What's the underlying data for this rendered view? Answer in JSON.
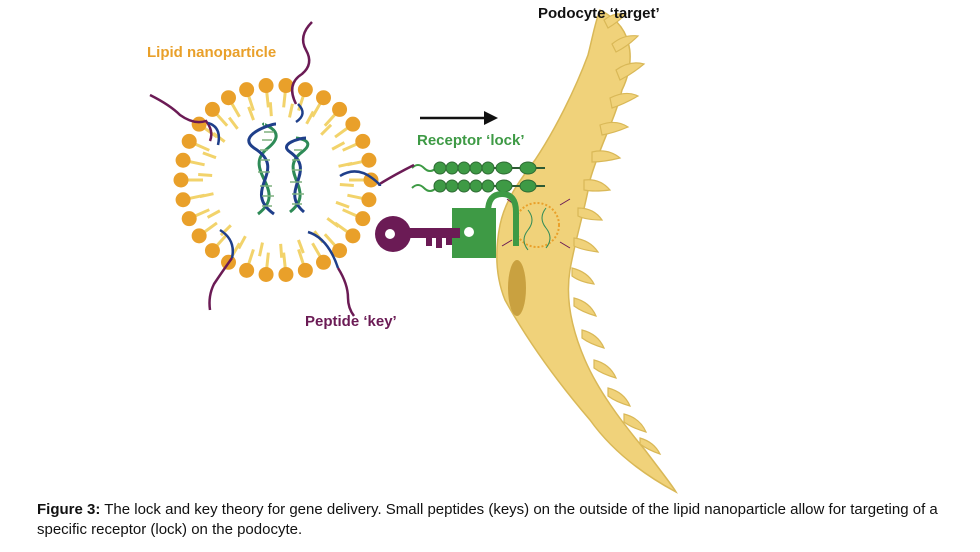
{
  "labels": {
    "lipid_nanoparticle": "Lipid nanoparticle",
    "podocyte_target": "Podocyte ‘target’",
    "receptor_lock": "Receptor ‘lock’",
    "peptide_key": "Peptide ‘key’"
  },
  "caption": {
    "prefix": "Figure 3:",
    "text": " The lock and key theory for gene delivery. Small peptides (keys) on the outside of the lipid nanoparticle allow for targeting of a specific receptor (lock) on the podocyte."
  },
  "colors": {
    "lipid_head": "#E9A02A",
    "lipid_tail": "#F2D36B",
    "cell": "#F0D27A",
    "cell_edge": "#D9B857",
    "nucleus": "#C9A140",
    "receptor": "#3E9A45",
    "peptide": "#6B1B55",
    "dna_blue": "#1F3F8A",
    "dna_green": "#2E8B57",
    "arrow": "#111111"
  }
}
